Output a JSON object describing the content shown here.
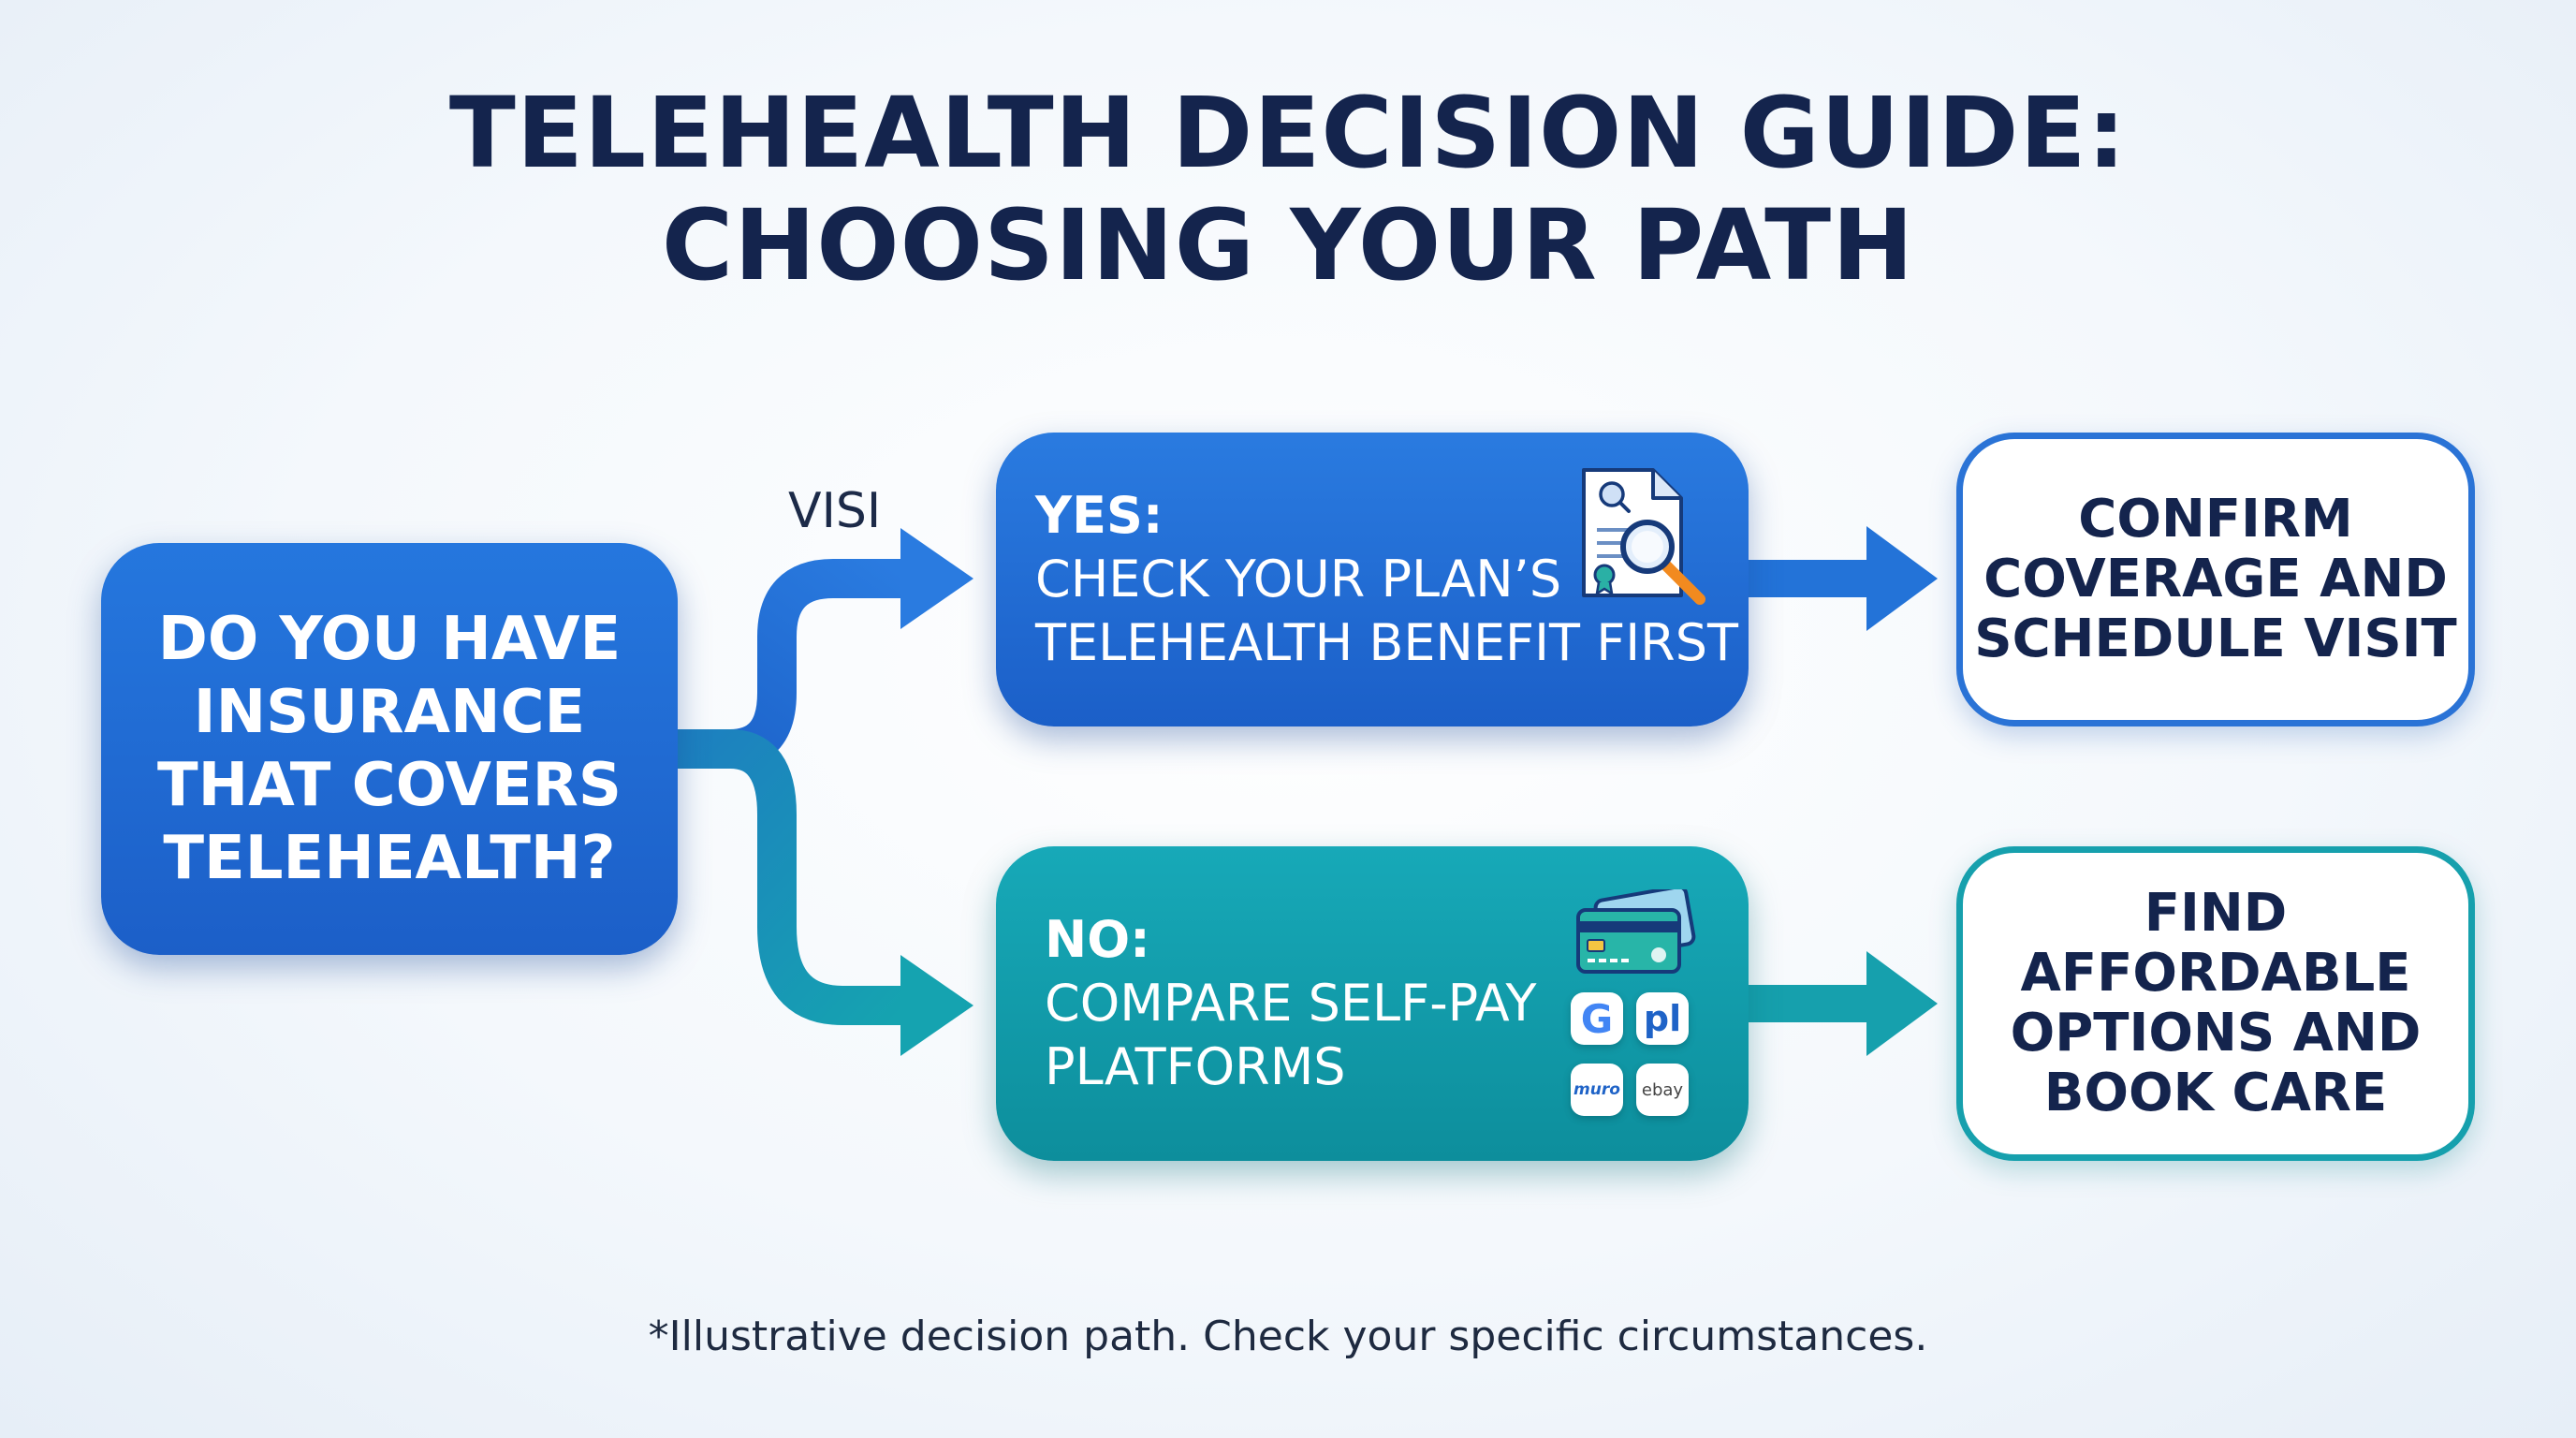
{
  "title": {
    "line1": "TELEHEALTH DECISION GUIDE:",
    "line2": "CHOOSING YOUR PATH"
  },
  "question": {
    "lines": [
      "DO YOU HAVE",
      "INSURANCE",
      "THAT COVERS",
      "TELEHEALTH?"
    ]
  },
  "branch_label": "VISI",
  "yes": {
    "heading": "YES:",
    "lines": [
      "CHECK YOUR PLAN’S",
      "TELEHEALTH BENEFIT FIRST"
    ],
    "icon": "document-search-icon"
  },
  "no": {
    "heading": "NO:",
    "lines": [
      "COMPARE SELF-PAY",
      "PLATFORMS"
    ],
    "icon": "credit-card-icon",
    "brands": {
      "g": "G",
      "pl": "pl",
      "muro": "muro",
      "ebay": "ebay"
    }
  },
  "results": {
    "yes": [
      "CONFIRM",
      "COVERAGE AND",
      "SCHEDULE VISIT"
    ],
    "no": [
      "FIND",
      "AFFORDABLE",
      "OPTIONS AND",
      "BOOK CARE"
    ]
  },
  "footnote": "*Illustrative decision path. Check your specific circumstances.",
  "colors": {
    "title": "#14244d",
    "blue": "#1f67d0",
    "teal": "#15a3b0"
  }
}
